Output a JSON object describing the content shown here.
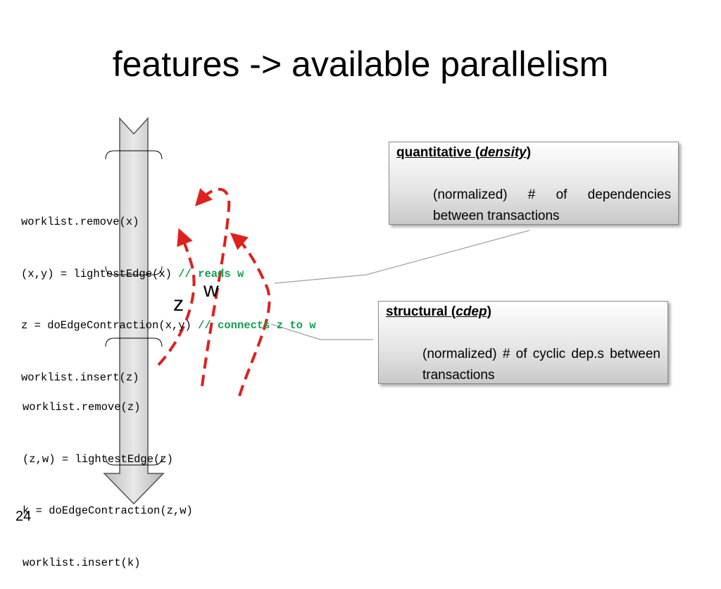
{
  "slide": {
    "title": "features -> available parallelism",
    "page_number": "24"
  },
  "code_block_1": {
    "lines": [
      {
        "code": "worklist.remove(x)",
        "comment": ""
      },
      {
        "code": "(x,y) = lightestEdge(x) ",
        "comment": "// reads w"
      },
      {
        "code": "z = doEdgeContraction(x,y) ",
        "comment": "// connects z to w"
      },
      {
        "code": "worklist.insert(z)",
        "comment": ""
      }
    ]
  },
  "code_block_2": {
    "lines": [
      {
        "code": "worklist.remove(z)"
      },
      {
        "code": "(z,w) = lightestEdge(z)"
      },
      {
        "code": "k = doEdgeContraction(z,w)"
      },
      {
        "code": "worklist.insert(k)"
      }
    ]
  },
  "labels": {
    "z": "z",
    "w": "w"
  },
  "box_quantitative": {
    "heading_prefix": "quantitative (",
    "heading_emph": "density",
    "heading_suffix": ")",
    "body": "(normalized) # of dependencies between transactions"
  },
  "box_structural": {
    "heading_prefix": "structural (",
    "heading_emph": "cdep",
    "heading_suffix": ")",
    "body": "(normalized) # of  cyclic dep.s between transactions"
  },
  "colors": {
    "arrow_fill": "#cfcfcf",
    "dependency_arrow": "#e0201c",
    "comment": "#14a050",
    "connector": "#a0a0a0"
  }
}
